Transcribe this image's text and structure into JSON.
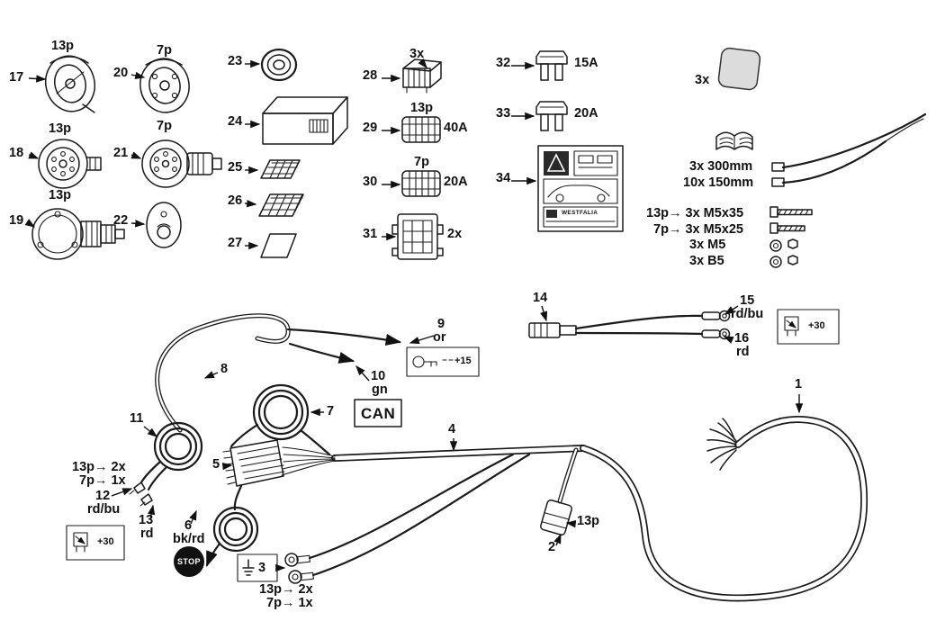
{
  "page": {
    "background": "#ffffff",
    "ink": "#1a1a1a"
  },
  "parts_list": {
    "p17": {
      "num": "17",
      "type": "13p"
    },
    "p18": {
      "num": "18",
      "type": "13p"
    },
    "p19": {
      "num": "19",
      "type": "13p"
    },
    "p20": {
      "num": "20",
      "type": "7p"
    },
    "p21": {
      "num": "21",
      "type": "7p"
    },
    "p22": {
      "num": "22"
    },
    "p23": {
      "num": "23"
    },
    "p24": {
      "num": "24"
    },
    "p25": {
      "num": "25"
    },
    "p26": {
      "num": "26"
    },
    "p27": {
      "num": "27"
    },
    "p28": {
      "num": "28",
      "qty": "3x"
    },
    "p29": {
      "num": "29",
      "type": "13p",
      "rating": "40A"
    },
    "p30": {
      "num": "30",
      "type": "7p",
      "rating": "20A"
    },
    "p31": {
      "num": "31",
      "qty": "2x"
    },
    "p32": {
      "num": "32",
      "rating": "15A"
    },
    "p33": {
      "num": "33",
      "rating": "20A"
    },
    "p34": {
      "num": "34",
      "brand": "WESTFALIA"
    }
  },
  "accessories": {
    "pad_qty": "3x",
    "cable_tie_1": "3x 300mm",
    "cable_tie_2": "10x 150mm",
    "screw_1": "13p→ 3x M5x35",
    "screw_2": "7p→ 3x M5x25",
    "nut_1": "3x M5",
    "nut_2": "3x B5"
  },
  "harness": {
    "w1": {
      "num": "1"
    },
    "w2": {
      "num": "2",
      "type": "13p"
    },
    "w3": {
      "num": "3",
      "note_1": "13p→ 2x",
      "note_2": "7p→ 1x"
    },
    "w4": {
      "num": "4"
    },
    "w5": {
      "num": "5"
    },
    "w6": {
      "num": "6",
      "color": "bk/rd"
    },
    "w7": {
      "num": "7"
    },
    "w8": {
      "num": "8"
    },
    "w9": {
      "num": "9",
      "color": "or"
    },
    "w10": {
      "num": "10",
      "color": "gn"
    },
    "w11": {
      "num": "11",
      "note_1": "13p→ 2x",
      "note_2": "7p→ 1x"
    },
    "w12": {
      "num": "12",
      "color": "rd/bu"
    },
    "w13": {
      "num": "13",
      "color": "rd"
    },
    "w14": {
      "num": "14"
    },
    "w15": {
      "num": "15",
      "color": "rd/bu"
    },
    "w16": {
      "num": "16",
      "color": "rd"
    }
  },
  "annotations": {
    "can_bus": "CAN",
    "stop_light": "STOP",
    "terminal_30": "+30",
    "terminal_15": "+15"
  }
}
